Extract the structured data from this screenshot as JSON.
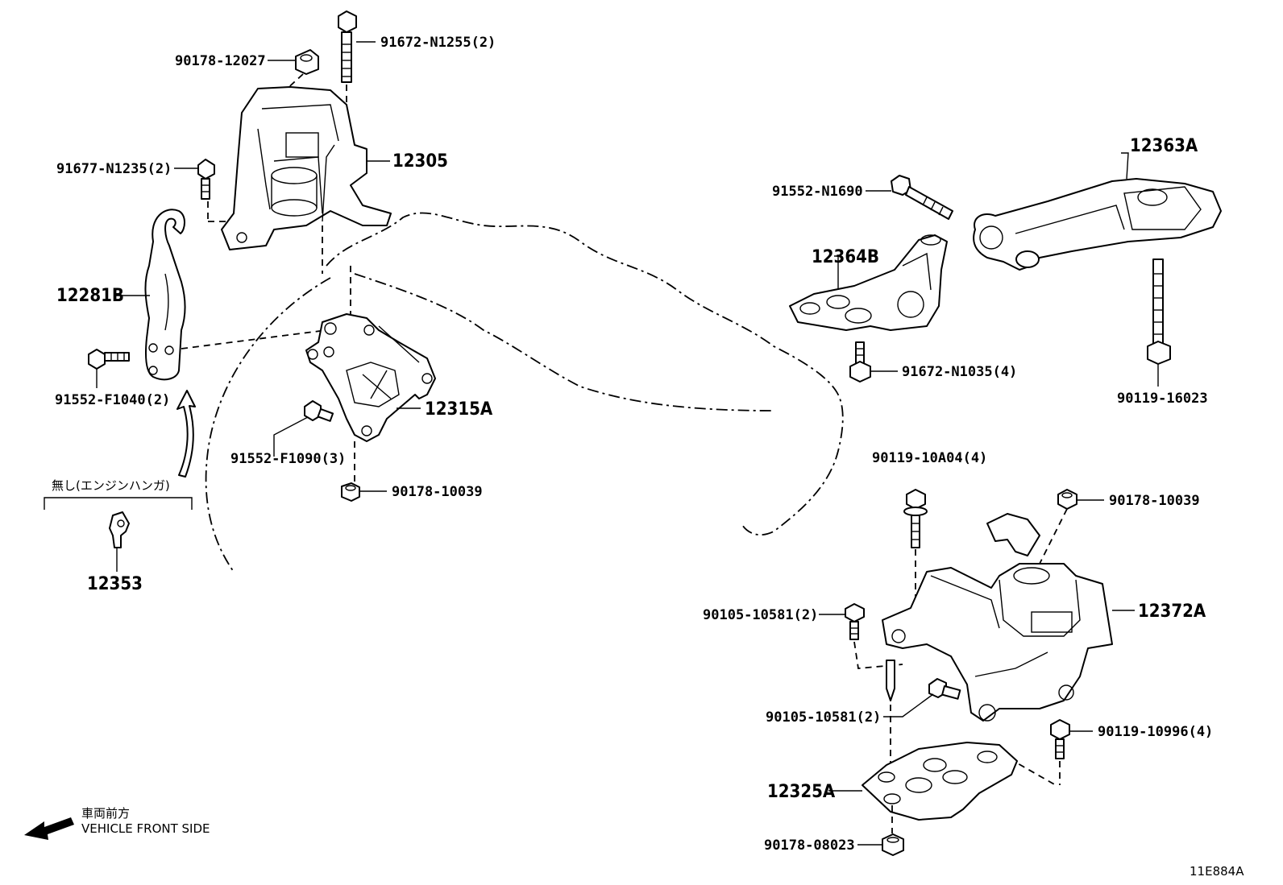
{
  "labels": {
    "p90178_12027": "90178-12027",
    "p91672_N1255": "91672-N1255(2)",
    "p12305": "12305",
    "p91677_N1235": "91677-N1235(2)",
    "p12281B": "12281B",
    "p91552_F1040": "91552-F1040(2)",
    "p12315A": "12315A",
    "p91552_F1090": "91552-F1090(3)",
    "p90178_10039_a": "90178-10039",
    "p12353": "12353",
    "note_jp": "無し(エンジンハンガ)",
    "p91552_N1690": "91552-N1690",
    "p12363A": "12363A",
    "p12364B": "12364B",
    "p91672_N1035": "91672-N1035(4)",
    "p90119_16023": "90119-16023",
    "p90119_10A04": "90119-10A04(4)",
    "p90178_10039_b": "90178-10039",
    "p12372A": "12372A",
    "p90105_10581_a": "90105-10581(2)",
    "p90105_10581_b": "90105-10581(2)",
    "p90119_10996": "90119-10996(4)",
    "p12325A": "12325A",
    "p90178_08023": "90178-08023"
  },
  "direction": {
    "jp": "車両前方",
    "en": "VEHICLE FRONT SIDE"
  },
  "figure_code": "11E884A"
}
